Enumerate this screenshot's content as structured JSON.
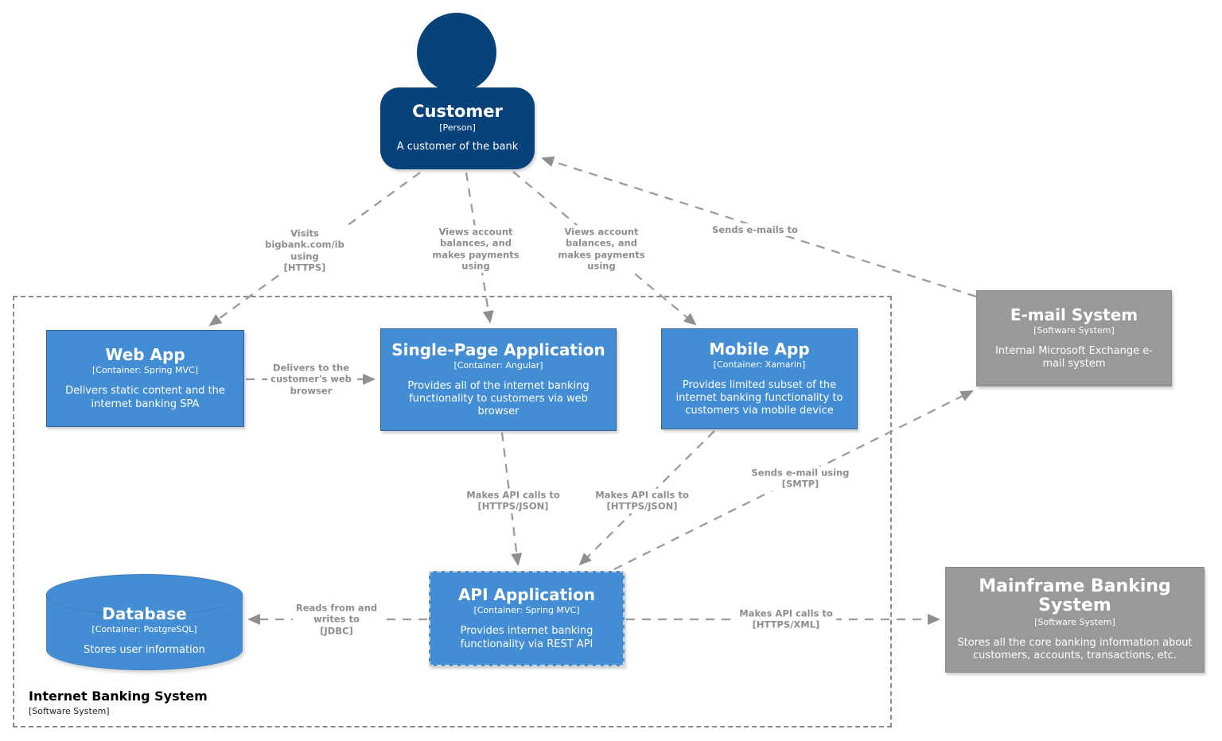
{
  "colors": {
    "person": "#08427b",
    "container": "#438dd5",
    "external_system": "#999999",
    "edge": "#9b9b9b",
    "edge_label": "#8d8d8d"
  },
  "boundary": {
    "title": "Internet Banking System",
    "subtitle": "[Software System]"
  },
  "nodes": {
    "customer": {
      "title": "Customer",
      "subtitle": "[Person]",
      "description": "A customer of the bank"
    },
    "web_app": {
      "title": "Web App",
      "subtitle": "[Container: Spring MVC]",
      "description": "Delivers static content and the internet banking SPA"
    },
    "spa": {
      "title": "Single-Page Application",
      "subtitle": "[Container: Angular]",
      "description": "Provides all of the internet banking functionality to customers via web browser"
    },
    "mobile_app": {
      "title": "Mobile App",
      "subtitle": "[Container: Xamarin]",
      "description": "Provides limited subset of the internet banking functionality to customers via mobile device"
    },
    "email_system": {
      "title": "E-mail System",
      "subtitle": "[Software System]",
      "description": "Internal Microsoft Exchange e-mail system"
    },
    "database": {
      "title": "Database",
      "subtitle": "[Container: PostgreSQL]",
      "description": "Stores user information"
    },
    "api_app": {
      "title": "API Application",
      "subtitle": "[Container: Spring MVC]",
      "description": "Provides internet banking functionality via REST API"
    },
    "mainframe": {
      "title": "Mainframe Banking System",
      "subtitle": "[Software System]",
      "description": "Stores all the core banking information about customers, accounts, transactions, etc."
    }
  },
  "edges": {
    "customer_webapp": {
      "label": "Visits\nbigbank.com/ib\nusing\n[HTTPS]"
    },
    "customer_spa": {
      "label": "Views account\nbalances, and\nmakes payments\nusing"
    },
    "customer_mobile": {
      "label": "Views account\nbalances, and\nmakes payments\nusing"
    },
    "email_customer": {
      "label": "Sends e-mails to"
    },
    "webapp_spa": {
      "label": "Delivers to the\ncustomer's web\nbrowser"
    },
    "spa_api": {
      "label": "Makes API calls to\n[HTTPS/JSON]"
    },
    "mobile_api": {
      "label": "Makes API calls to\n[HTTPS/JSON]"
    },
    "api_email": {
      "label": "Sends e-mail using\n[SMTP]"
    },
    "api_db": {
      "label": "Reads from and\nwrites to\n[JDBC]"
    },
    "api_mainframe": {
      "label": "Makes API calls to\n[HTTPS/XML]"
    }
  }
}
